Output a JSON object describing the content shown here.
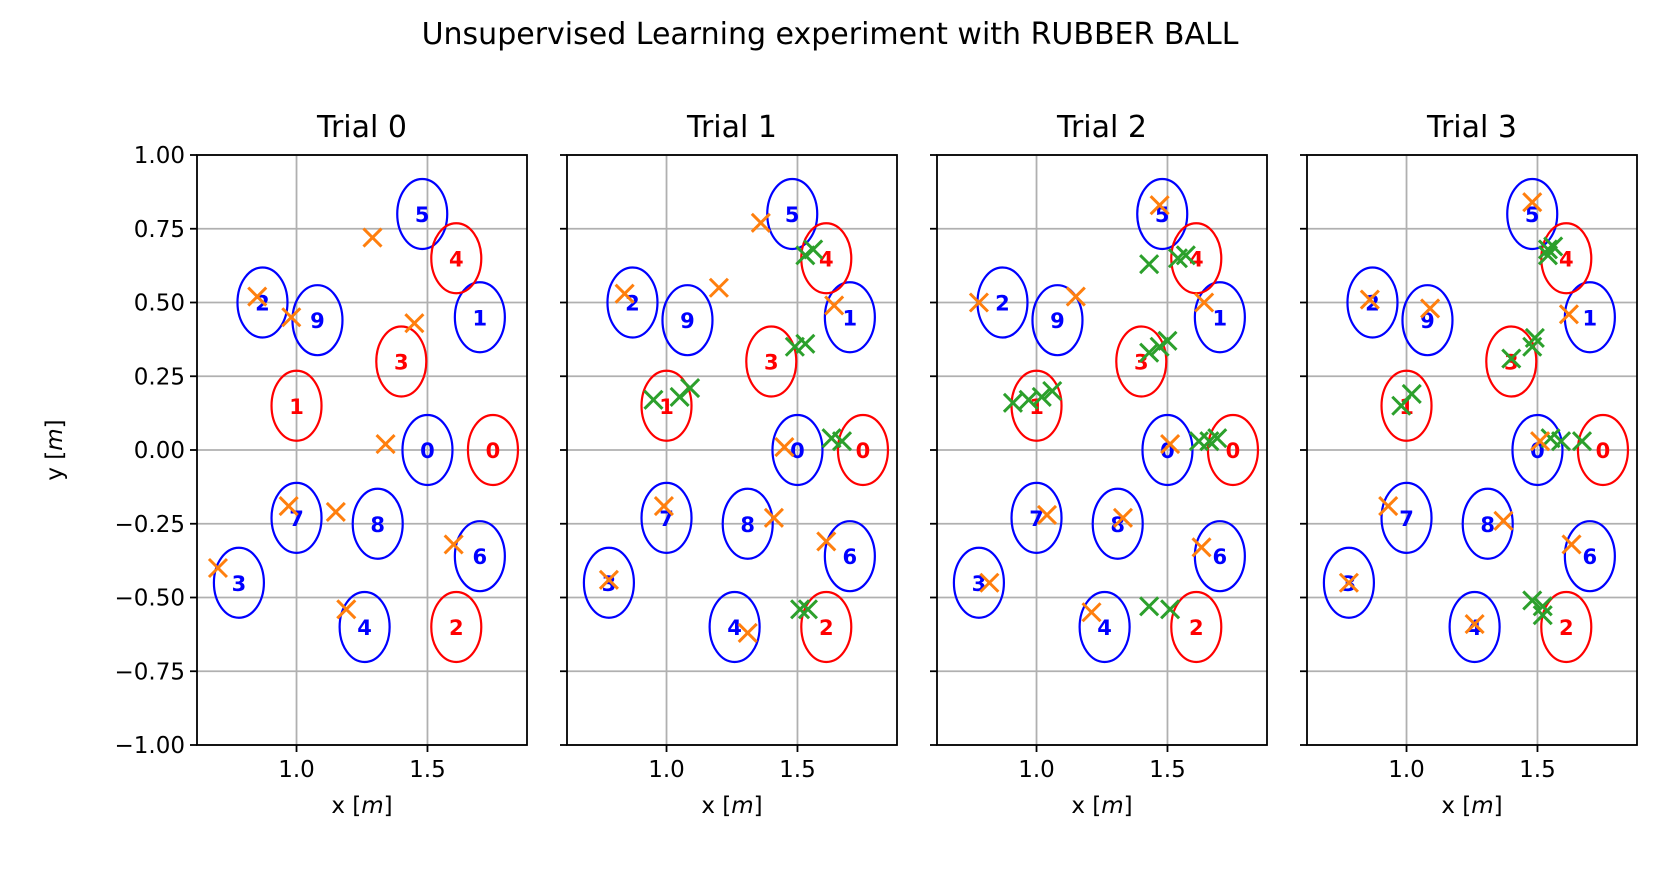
{
  "chart_data": {
    "type": "scatter",
    "title": "Unsupervised Learning experiment with RUBBER BALL",
    "xlabel_prefix": "x [",
    "xlabel_unit": "m",
    "xlabel_suffix": "]",
    "ylabel_prefix": "y [",
    "ylabel_unit": "m",
    "ylabel_suffix": "]",
    "xlim": [
      0.62,
      1.88
    ],
    "ylim": [
      -1.0,
      1.0
    ],
    "grid": true,
    "xticks": [
      1.0,
      1.5
    ],
    "xtick_labels": [
      "1.0",
      "1.5"
    ],
    "yticks": [
      1.0,
      0.75,
      0.5,
      0.25,
      0.0,
      -0.25,
      -0.5,
      -0.75,
      -1.0
    ],
    "ytick_labels": [
      "1.00",
      "0.75",
      "0.50",
      "0.25",
      "0.00",
      "−0.25",
      "−0.50",
      "−0.75",
      "−1.00"
    ],
    "colors": {
      "blue_targets": "#0000ff",
      "red_targets": "#ff0000",
      "orange_markers": "#ff7f0e",
      "green_markers": "#2ca02c"
    },
    "blue_targets": [
      {
        "label": "0",
        "x": 1.5,
        "y": 0.0
      },
      {
        "label": "1",
        "x": 1.7,
        "y": 0.45
      },
      {
        "label": "2",
        "x": 0.87,
        "y": 0.5
      },
      {
        "label": "3",
        "x": 0.78,
        "y": -0.45
      },
      {
        "label": "4",
        "x": 1.26,
        "y": -0.6
      },
      {
        "label": "5",
        "x": 1.48,
        "y": 0.8
      },
      {
        "label": "6",
        "x": 1.7,
        "y": -0.36
      },
      {
        "label": "7",
        "x": 1.0,
        "y": -0.23
      },
      {
        "label": "8",
        "x": 1.31,
        "y": -0.25
      },
      {
        "label": "9",
        "x": 1.08,
        "y": 0.44
      }
    ],
    "red_targets": [
      {
        "label": "0",
        "x": 1.75,
        "y": 0.0
      },
      {
        "label": "1",
        "x": 1.0,
        "y": 0.15
      },
      {
        "label": "2",
        "x": 1.61,
        "y": -0.6
      },
      {
        "label": "3",
        "x": 1.4,
        "y": 0.3
      },
      {
        "label": "4",
        "x": 1.61,
        "y": 0.65
      }
    ],
    "panels": [
      {
        "title": "Trial 0",
        "orange": [
          [
            0.85,
            0.52
          ],
          [
            0.98,
            0.45
          ],
          [
            1.29,
            0.72
          ],
          [
            1.45,
            0.43
          ],
          [
            1.34,
            0.02
          ],
          [
            0.97,
            -0.19
          ],
          [
            1.15,
            -0.21
          ],
          [
            0.7,
            -0.4
          ],
          [
            1.19,
            -0.54
          ],
          [
            1.6,
            -0.32
          ]
        ],
        "green": []
      },
      {
        "title": "Trial 1",
        "orange": [
          [
            0.84,
            0.53
          ],
          [
            1.2,
            0.55
          ],
          [
            1.36,
            0.77
          ],
          [
            1.64,
            0.49
          ],
          [
            1.45,
            0.01
          ],
          [
            0.99,
            -0.19
          ],
          [
            1.41,
            -0.23
          ],
          [
            0.78,
            -0.44
          ],
          [
            1.31,
            -0.62
          ],
          [
            1.61,
            -0.31
          ]
        ],
        "green": [
          [
            1.53,
            0.66
          ],
          [
            1.56,
            0.68
          ],
          [
            1.49,
            0.35
          ],
          [
            1.53,
            0.36
          ],
          [
            0.95,
            0.17
          ],
          [
            1.05,
            0.18
          ],
          [
            1.09,
            0.21
          ],
          [
            1.63,
            0.04
          ],
          [
            1.67,
            0.03
          ],
          [
            1.51,
            -0.54
          ],
          [
            1.54,
            -0.54
          ]
        ]
      },
      {
        "title": "Trial 2",
        "orange": [
          [
            0.78,
            0.5
          ],
          [
            1.15,
            0.52
          ],
          [
            1.47,
            0.83
          ],
          [
            1.64,
            0.5
          ],
          [
            1.51,
            0.02
          ],
          [
            1.04,
            -0.22
          ],
          [
            1.33,
            -0.23
          ],
          [
            0.82,
            -0.45
          ],
          [
            1.21,
            -0.55
          ],
          [
            1.63,
            -0.33
          ]
        ],
        "green": [
          [
            1.43,
            0.63
          ],
          [
            1.54,
            0.65
          ],
          [
            1.57,
            0.66
          ],
          [
            1.43,
            0.33
          ],
          [
            1.47,
            0.35
          ],
          [
            1.5,
            0.37
          ],
          [
            0.91,
            0.16
          ],
          [
            0.97,
            0.17
          ],
          [
            1.02,
            0.18
          ],
          [
            1.06,
            0.2
          ],
          [
            1.62,
            0.03
          ],
          [
            1.66,
            0.03
          ],
          [
            1.69,
            0.04
          ],
          [
            1.43,
            -0.53
          ],
          [
            1.51,
            -0.54
          ]
        ]
      },
      {
        "title": "Trial 3",
        "orange": [
          [
            0.86,
            0.51
          ],
          [
            1.09,
            0.48
          ],
          [
            1.48,
            0.84
          ],
          [
            1.62,
            0.46
          ],
          [
            1.51,
            0.03
          ],
          [
            0.93,
            -0.19
          ],
          [
            1.37,
            -0.24
          ],
          [
            0.78,
            -0.45
          ],
          [
            1.26,
            -0.59
          ],
          [
            1.63,
            -0.32
          ]
        ],
        "green": [
          [
            1.54,
            0.68
          ],
          [
            1.56,
            0.69
          ],
          [
            1.54,
            0.66
          ],
          [
            1.4,
            0.31
          ],
          [
            1.48,
            0.35
          ],
          [
            1.49,
            0.38
          ],
          [
            0.98,
            0.15
          ],
          [
            1.02,
            0.19
          ],
          [
            1.55,
            0.04
          ],
          [
            1.59,
            0.03
          ],
          [
            1.67,
            0.03
          ],
          [
            1.48,
            -0.51
          ],
          [
            1.52,
            -0.53
          ],
          [
            1.52,
            -0.56
          ]
        ]
      }
    ]
  }
}
